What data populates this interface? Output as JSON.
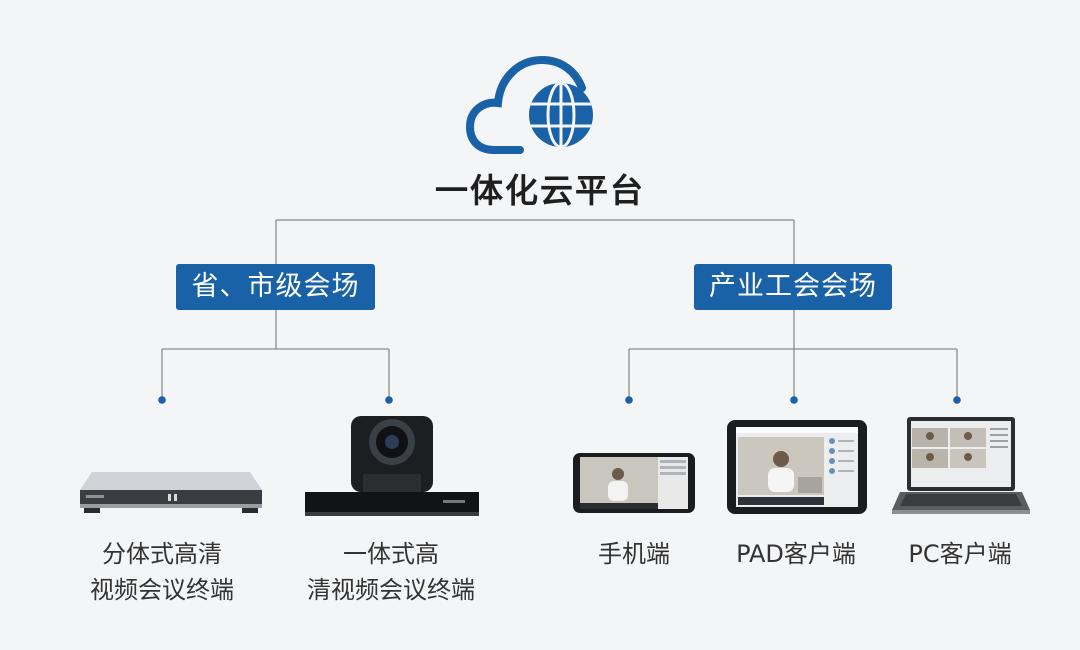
{
  "platform": {
    "title": "一体化云平台",
    "icon": "cloud-globe-icon"
  },
  "branches": [
    {
      "label": "省、市级会场"
    },
    {
      "label": "产业工会会场"
    }
  ],
  "terminals": [
    {
      "label": "分体式高清\n视频会议终端",
      "device": "split-terminal-box"
    },
    {
      "label": "一体式高\n清视频会议终端",
      "device": "ptz-camera-terminal"
    },
    {
      "label": "手机端",
      "device": "smartphone"
    },
    {
      "label": "PAD客户端",
      "device": "tablet"
    },
    {
      "label": "PC客户端",
      "device": "laptop"
    }
  ],
  "colors": {
    "accent": "#1a62a8",
    "line": "#8a8a8a",
    "background": "#f4f5f6"
  }
}
